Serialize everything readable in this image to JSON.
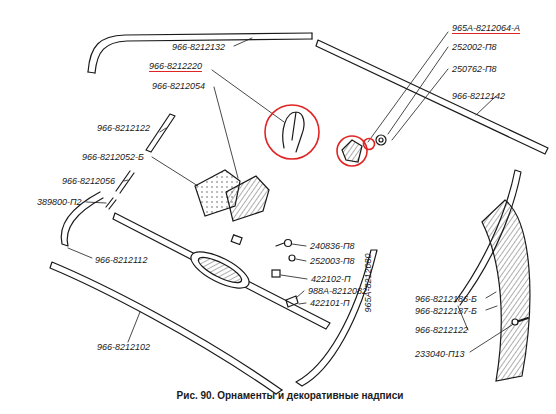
{
  "diagram": {
    "caption": "Рис. 90. Орнаменты и декоративные надписи",
    "labels": [
      "965А-8212064-А",
      "966-8212132",
      "252002-П8",
      "966-8212220",
      "250762-П8",
      "966-8212054",
      "966-8212142",
      "966-8212122",
      "966-8212052-Б",
      "966-8212056",
      "389800-П2",
      "240836-П8",
      "252003-П8",
      "966-8212112",
      "422102-П",
      "988А-8212082",
      "966-8212186-Б",
      "422101-П",
      "965А-8212080",
      "966-8212187-Б",
      "966-8212122",
      "966-8212102",
      "233040-П13"
    ]
  }
}
